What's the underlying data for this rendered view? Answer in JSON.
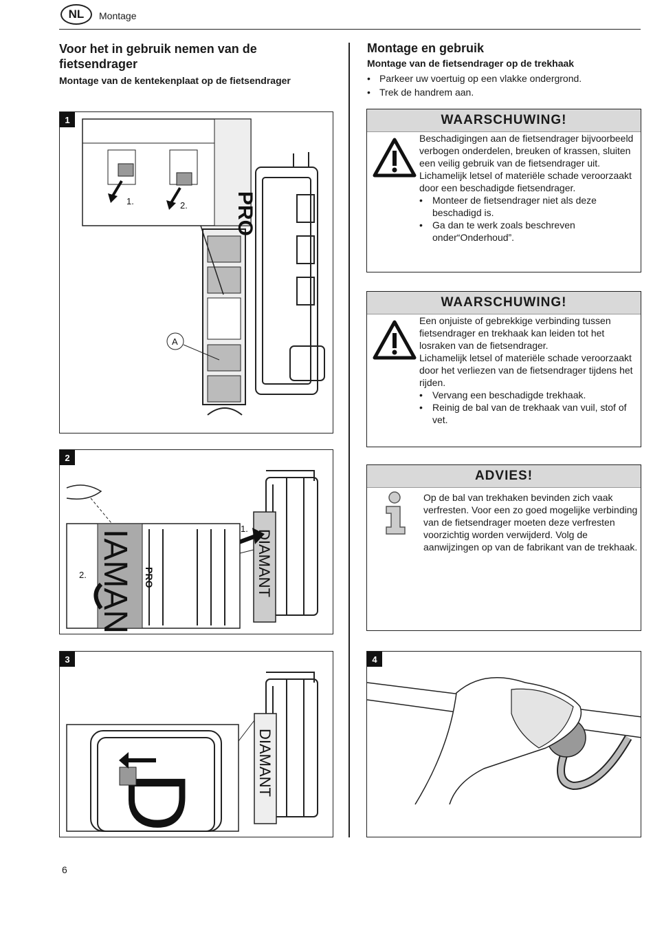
{
  "header": {
    "language_badge": "NL",
    "section": "Montage"
  },
  "left": {
    "title": "Voor het in gebruik nemen van de fietsendrager",
    "subtitle": "Montage van de kentekenplaat op de fietsendrager"
  },
  "right": {
    "title": "Montage en gebruik",
    "subtitle": "Montage van de fietsendrager op de trekhaak",
    "bullets": [
      "Parkeer uw voertuig op een vlakke ondergrond.",
      "Trek de handrem aan."
    ]
  },
  "warning1": {
    "heading": "WAARSCHUWING!",
    "icon": "warning-triangle-icon",
    "p1": "Beschadigingen aan de fietsendrager bijvoorbeeld verbogen onderdelen, breuken of krassen, sluiten een veilig gebruik van de fietsendrager uit.",
    "p2": "Lichamelijk letsel of materiële schade veroorzaakt door een beschadigde fietsendrager.",
    "bullets": [
      "Monteer de fietsendrager niet als deze beschadigd is.",
      "Ga dan te werk zoals beschreven onder“Onderhoud”."
    ]
  },
  "warning2": {
    "heading": "WAARSCHUWING!",
    "icon": "warning-triangle-icon",
    "p1": "Een onjuiste of gebrekkige verbinding tussen fietsendrager en trekhaak kan leiden tot het losraken van de fietsendrager.",
    "p2": "Lichamelijk letsel of materiële schade veroorzaakt door het verliezen van de fietsendrager tijdens het rijden.",
    "bullets": [
      "Vervang een beschadigde trekhaak.",
      "Reinig de bal van de trekhaak van vuil, stof of vet."
    ]
  },
  "advice": {
    "heading": "ADVIES!",
    "icon": "info-icon",
    "text": "Op de bal van trekhaken bevinden zich vaak verfresten. Voor een zo goed mogelijke verbinding van de fietsendrager moeten deze verfresten voorzichtig worden verwijderd. Volg de aanwijzingen op van de fabrikant van de trekhaak."
  },
  "figures": {
    "fig1": {
      "number": "1",
      "step1": "1.",
      "step2": "2.",
      "callout": "A",
      "brand": "PRO"
    },
    "fig2": {
      "number": "2",
      "step1": "1.",
      "step2": "2.",
      "plate_text": "DIAMANT",
      "plate_zoom_text": "IAMAN"
    },
    "fig3": {
      "number": "3",
      "plate_text": "DIAMANT",
      "plate_zoom_text": "D"
    },
    "fig4": {
      "number": "4"
    }
  },
  "footer": {
    "page_number": "6"
  }
}
